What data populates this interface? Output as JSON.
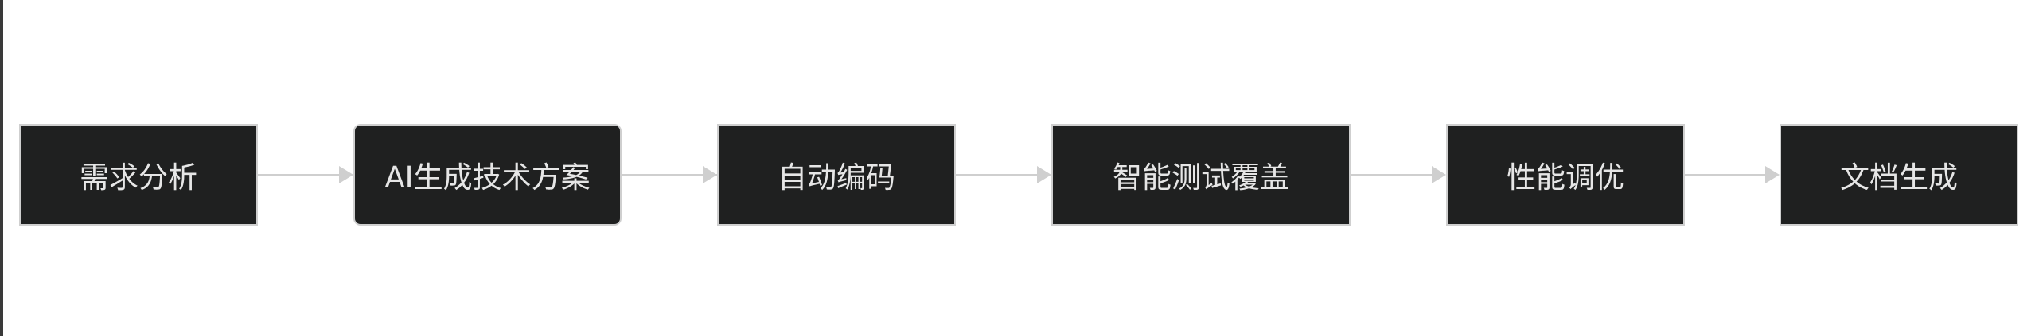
{
  "flow": {
    "steps": [
      {
        "label": "需求分析"
      },
      {
        "label": "AI生成技术方案"
      },
      {
        "label": "自动编码"
      },
      {
        "label": "智能测试覆盖"
      },
      {
        "label": "性能调优"
      },
      {
        "label": "文档生成"
      }
    ]
  },
  "colors": {
    "node_fill": "#1f2020",
    "node_border": "#cfcfcf",
    "node_text": "#e6e6e6",
    "edge": "#cfcfcf",
    "background": "#ffffff"
  }
}
